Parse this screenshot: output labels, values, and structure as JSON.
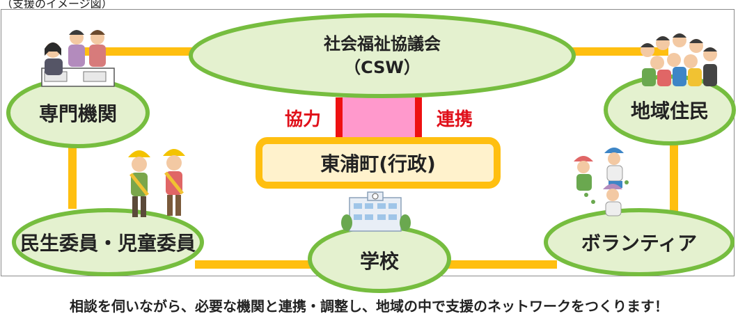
{
  "caption": "（支援のイメージ図）",
  "center": {
    "line1": "社会福祉協議会",
    "line2": "（CSW）"
  },
  "links": {
    "left": "協力",
    "right": "連携"
  },
  "admin": "東浦町(行政)",
  "nodes": {
    "specialist": "専門機関",
    "residents": "地域住民",
    "welfare": "民生委員・児童委員",
    "school": "学校",
    "volunteer": "ボランティア"
  },
  "footer": "相談を伺いながら、必要な機関と連携・調整し、地域の中で支援のネットワークをつくります！",
  "colors": {
    "ellipse_fill": "#e4f1cf",
    "ellipse_stroke": "#76bd3f",
    "connector": "#ffbf10",
    "link_pink": "#ff99cc",
    "link_red": "#ee1111",
    "admin_fill": "#fff2cc",
    "admin_stroke": "#ffbf10",
    "label_red": "#e0101a"
  },
  "icons": [
    "consultation-illustration-icon",
    "crowd-illustration-icon",
    "crossing-guards-illustration-icon",
    "volunteers-cleanup-illustration-icon",
    "school-building-icon"
  ]
}
